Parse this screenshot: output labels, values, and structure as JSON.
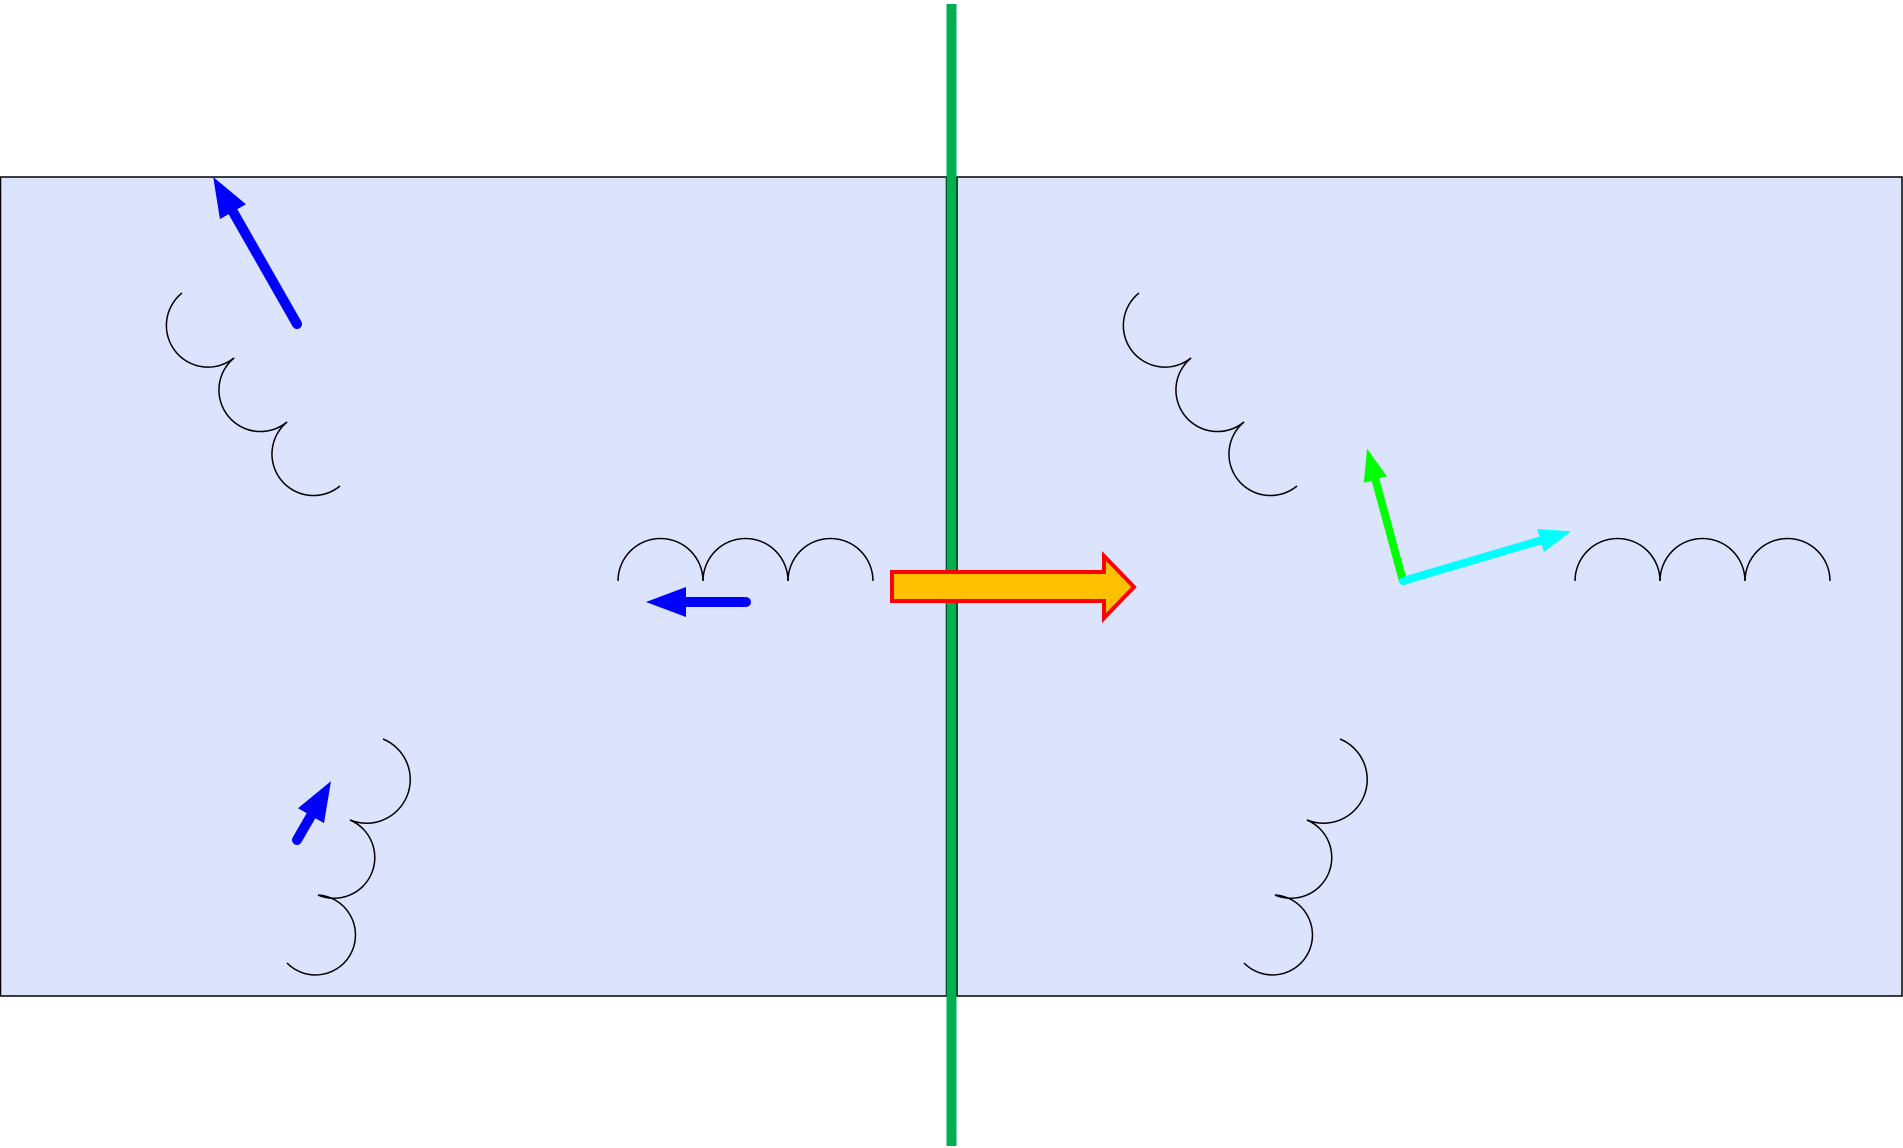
{
  "colors": {
    "panel_fill": "#dbe4fc",
    "panel_stroke": "#000000",
    "divider": "#00b050",
    "spring": "#000000",
    "blue_arrow": "#0000ff",
    "green_arrow": "#00ff00",
    "cyan_arrow": "#00ffff",
    "big_arrow_fill": "#ffc000",
    "big_arrow_stroke": "#ff0000"
  },
  "panels": [
    {
      "name": "left-panel"
    },
    {
      "name": "right-panel"
    }
  ],
  "left_panel": {
    "springs": [
      {
        "name": "upper-left-spring",
        "orientation": "diagonal-down-right",
        "coils": 3
      },
      {
        "name": "middle-spring",
        "orientation": "horizontal",
        "coils": 3
      },
      {
        "name": "lower-spring",
        "orientation": "diagonal-up-right",
        "coils": 3
      }
    ],
    "arrows": [
      {
        "name": "upper-left-force-arrow",
        "color": "blue",
        "direction": "up-left"
      },
      {
        "name": "middle-force-arrow",
        "color": "blue",
        "direction": "left"
      },
      {
        "name": "lower-force-arrow",
        "color": "blue",
        "direction": "up-right"
      }
    ]
  },
  "transition_arrow": {
    "direction": "right"
  },
  "right_panel": {
    "springs": [
      {
        "name": "upper-left-spring",
        "orientation": "diagonal-down-right",
        "coils": 3
      },
      {
        "name": "right-spring",
        "orientation": "horizontal",
        "coils": 3
      },
      {
        "name": "lower-spring",
        "orientation": "diagonal-up-right",
        "coils": 3
      }
    ],
    "axes": [
      {
        "name": "green-axis-arrow",
        "color": "green",
        "direction": "up"
      },
      {
        "name": "cyan-axis-arrow",
        "color": "cyan",
        "direction": "right"
      }
    ]
  }
}
